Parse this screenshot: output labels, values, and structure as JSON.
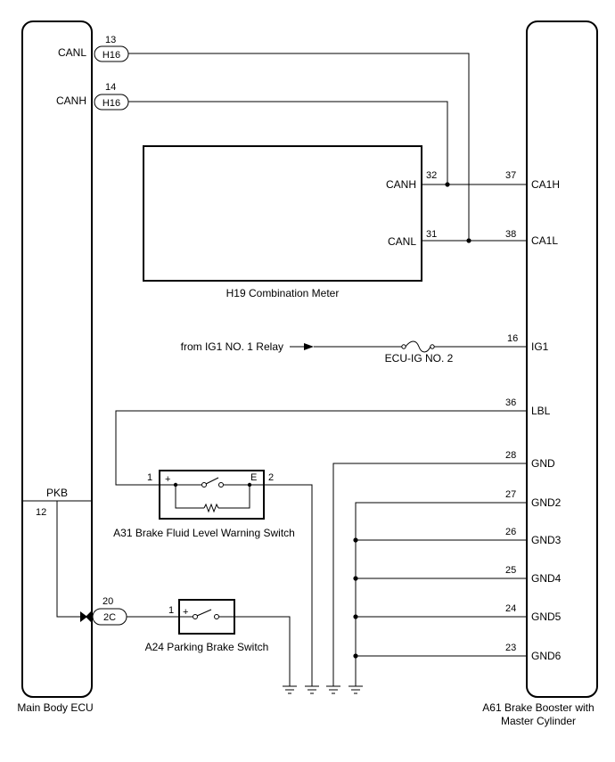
{
  "main_ecu": {
    "label": "Main Body ECU",
    "pins": {
      "canl": "CANL",
      "canh": "CANH",
      "pkb": "PKB",
      "pkb_num": "12"
    }
  },
  "connectors": {
    "canl": {
      "num": "13",
      "code": "H16"
    },
    "canh": {
      "num": "14",
      "code": "H16"
    },
    "pkb": {
      "num": "20",
      "code": "2C"
    }
  },
  "meter": {
    "label": "H19 Combination Meter",
    "canh": "CANH",
    "canh_num": "32",
    "canl": "CANL",
    "canl_num": "31"
  },
  "relay": {
    "from": "from IG1 NO. 1 Relay",
    "fuse": "ECU-IG NO. 2"
  },
  "booster": {
    "label_line1": "A61  Brake Booster with",
    "label_line2": "Master Cylinder",
    "pins": [
      {
        "num": "37",
        "name": "CA1H"
      },
      {
        "num": "38",
        "name": "CA1L"
      },
      {
        "num": "16",
        "name": "IG1"
      },
      {
        "num": "36",
        "name": "LBL"
      },
      {
        "num": "28",
        "name": "GND"
      },
      {
        "num": "27",
        "name": "GND2"
      },
      {
        "num": "26",
        "name": "GND3"
      },
      {
        "num": "25",
        "name": "GND4"
      },
      {
        "num": "24",
        "name": "GND5"
      },
      {
        "num": "23",
        "name": "GND6"
      }
    ]
  },
  "fluid_switch": {
    "label": "A31  Brake Fluid Level Warning Switch",
    "pin1": "1",
    "pin2": "2",
    "plus": "+",
    "e": "E"
  },
  "parking_switch": {
    "label": "A24  Parking Brake Switch",
    "pin1": "1",
    "plus": "+"
  }
}
